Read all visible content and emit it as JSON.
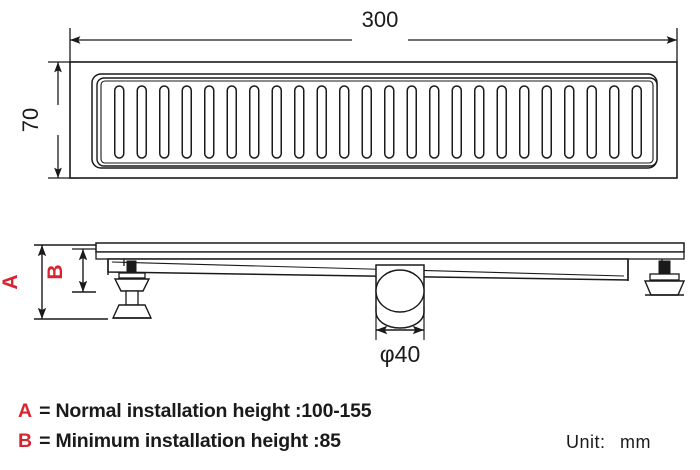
{
  "drawing": {
    "title": "Linear shower drain technical drawing",
    "unit_label": "Unit:",
    "unit_value": "mm",
    "line_color": "#1a1a1a",
    "accent_color": "#d8242f",
    "background_color": "#ffffff"
  },
  "plan_view": {
    "name": "top plan view of linear drain grate",
    "width_dimension": "300",
    "height_dimension": "70",
    "slot_count": 24,
    "slot_shape": "stadium"
  },
  "section_view": {
    "name": "front section view of drain body",
    "outlet_dimension": "φ40",
    "height_a_label": "A",
    "height_b_label": "B",
    "leg_count": 2
  },
  "legend": {
    "rows": [
      {
        "key": "A",
        "equals": "=",
        "text": "Normal installation height :100-155"
      },
      {
        "key": "B",
        "equals": "=",
        "text": "Minimum installation height :85"
      }
    ]
  }
}
